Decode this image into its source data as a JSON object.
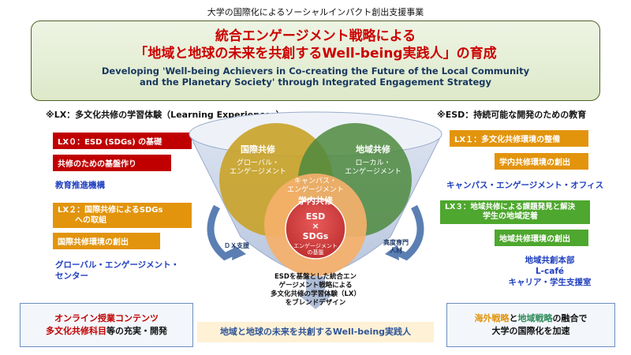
{
  "top_caption": "大学の国際化によるソーシャルインパクト創出支援事業",
  "title": {
    "jp_line1": "統合エンゲージメント戦略による",
    "jp_line2": "「地域と地球の未来を共創するWell-being実践人」の育成",
    "en_line1": "Developing 'Well-being Achievers in Co-creating the Future of the Local Community",
    "en_line2": "and the Planetary Society' through Integrated Engagement Strategy"
  },
  "left": {
    "header": "※LX：多文化共修の学習体験（Learning  Experiences）",
    "lx0": "LX０：ESD (SDGs) の基礎",
    "lx0_sub": "共修のための基盤作り",
    "org1": "教育推進機構",
    "lx2_line1": "LX２：国際共修によるSDGs",
    "lx2_line2": "への取組",
    "lx2_sub": "国際共修環境の創出",
    "org2_line1": "グローバル・エンゲージメント・",
    "org2_line2": "センター"
  },
  "right": {
    "header": "※ESD：持続可能な開発のための教育",
    "lx1": "LX１：多文化共修環境の整備",
    "lx1_sub": "学内共修環境の創出",
    "org1": "キャンパス・エンゲージメント・オフィス",
    "lx3_line1": "LX３：地域共修による課題発見と解決",
    "lx3_line2": "学生の地域定着",
    "lx3_sub": "地域共修環境の創出",
    "org2_line1": "地域共創本部",
    "org2_line2": "L-café",
    "org2_line3": "キャリア・学生支援室"
  },
  "diagram": {
    "intl_title": "国際共修",
    "intl_sub1": "グローバル・",
    "intl_sub2": "エンゲージメント",
    "local_title": "地域共修",
    "local_sub1": "ローカル・",
    "local_sub2": "エンゲージメント",
    "campus1": "キャンパス・",
    "campus2": "エンゲージメント",
    "campus_title": "学内共修",
    "esd": "ESD",
    "times": "×",
    "sdgs": "SDGs",
    "eng1": "エンゲージメント",
    "eng2": "の基盤",
    "dx": "ＤＸ支援",
    "expert1": "高度専門",
    "expert2": "人材"
  },
  "center_note": {
    "line1": "ESDを基盤とした統合エン",
    "line2": "ゲージメント戦略による",
    "line3": "多文化共修の学習体験（LX）",
    "line4": "をブレンドデザイン"
  },
  "bottom": {
    "left_red1": "オンライン授業コンテンツ",
    "left_red2": "多文化共修科目",
    "left_rest": "等の充実・開発",
    "center": "地域と地球の未来を共創するWell-being実践人",
    "right_a": "海外戦略",
    "right_b": "と",
    "right_c": "地域戦略",
    "right_d": "の融合で",
    "right_line2": "大学の国際化を加速"
  },
  "colors": {
    "red": "#c00000",
    "orange": "#e2940d",
    "green": "#4ea72e",
    "blue": "#1f3fbf",
    "intl_circle": "#c9a227",
    "local_circle": "#4e8a3e",
    "campus_circle": "#f5b06a",
    "core_circle": "#d84040"
  }
}
